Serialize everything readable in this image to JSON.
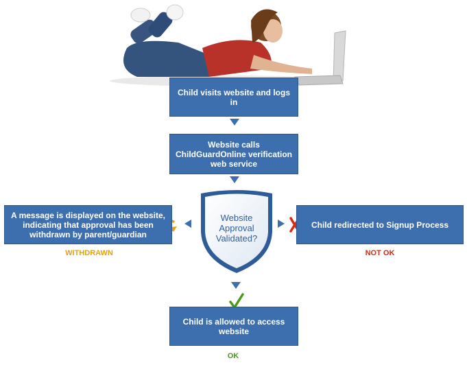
{
  "steps": {
    "visit": "Child visits website and logs in",
    "calls": "Website calls ChildGuardOnline verification web service",
    "decision": "Website Approval Validated?",
    "withdrawn_message": "A message is displayed on the website, indicating that approval has been withdrawn by parent/guardian",
    "redirect": "Child redirected to Signup Process",
    "allowed": "Child is allowed to access website"
  },
  "statuses": {
    "withdrawn": "WITHDRAWN",
    "not_ok": "NOT OK",
    "ok": "OK"
  },
  "colors": {
    "box": "#3d6fae",
    "withdrawn": "#e6a20a",
    "not_ok": "#d92b10",
    "ok": "#4a9a1a"
  },
  "icons": [
    "child-on-laptop-illustration",
    "refresh-arrow-icon",
    "x-mark-icon",
    "checkmark-icon",
    "shield-icon"
  ]
}
